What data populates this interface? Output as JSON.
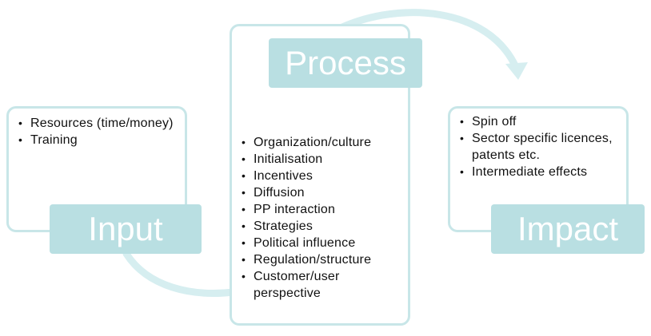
{
  "colors": {
    "box_border": "#c8e6e8",
    "label_fill": "#b9dfe2",
    "label_text": "#ffffff",
    "arrow": "#d6eef0"
  },
  "input": {
    "label": "Input",
    "items": [
      "Resources (time/money)",
      "Training"
    ]
  },
  "process": {
    "label": "Process",
    "items": [
      "Organization/culture",
      "Initialisation",
      "Incentives",
      "Diffusion",
      "PP interaction",
      "Strategies",
      "Political influence",
      "Regulation/structure",
      "Customer/user perspective"
    ]
  },
  "impact": {
    "label": "Impact",
    "items": [
      "Spin off",
      "Sector specific licences, patents etc.",
      "Intermediate effects"
    ]
  }
}
